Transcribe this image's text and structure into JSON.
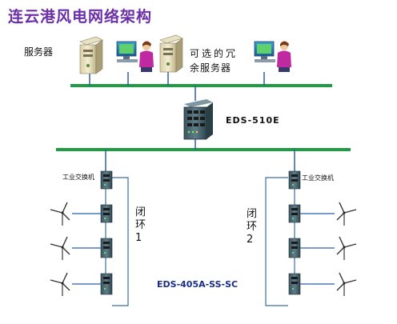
{
  "title": "连云港风电网络架构",
  "labels": {
    "server": "服务器",
    "redundant_line1": "可选的冗",
    "redundant_line2": "余服务器",
    "core_switch": "EDS-510E",
    "industrial_switch_left": "工业交换机",
    "industrial_switch_right": "工业交换机",
    "ring1": "闭环1",
    "ring2": "闭环2",
    "ring_switch_model": "EDS-405A-SS-SC"
  },
  "colors": {
    "title": "#6b2fa8",
    "bus": "#1f9a45",
    "ring_line": "#3a6ea5",
    "link": "#2a5db0",
    "switch_body": "#4a6670"
  },
  "icons": {
    "server": "server-tower-icon",
    "workstation": "operator-workstation-icon",
    "core_switch": "managed-switch-icon",
    "ring_switch": "din-rail-switch-icon",
    "turbine": "wind-turbine-icon"
  }
}
